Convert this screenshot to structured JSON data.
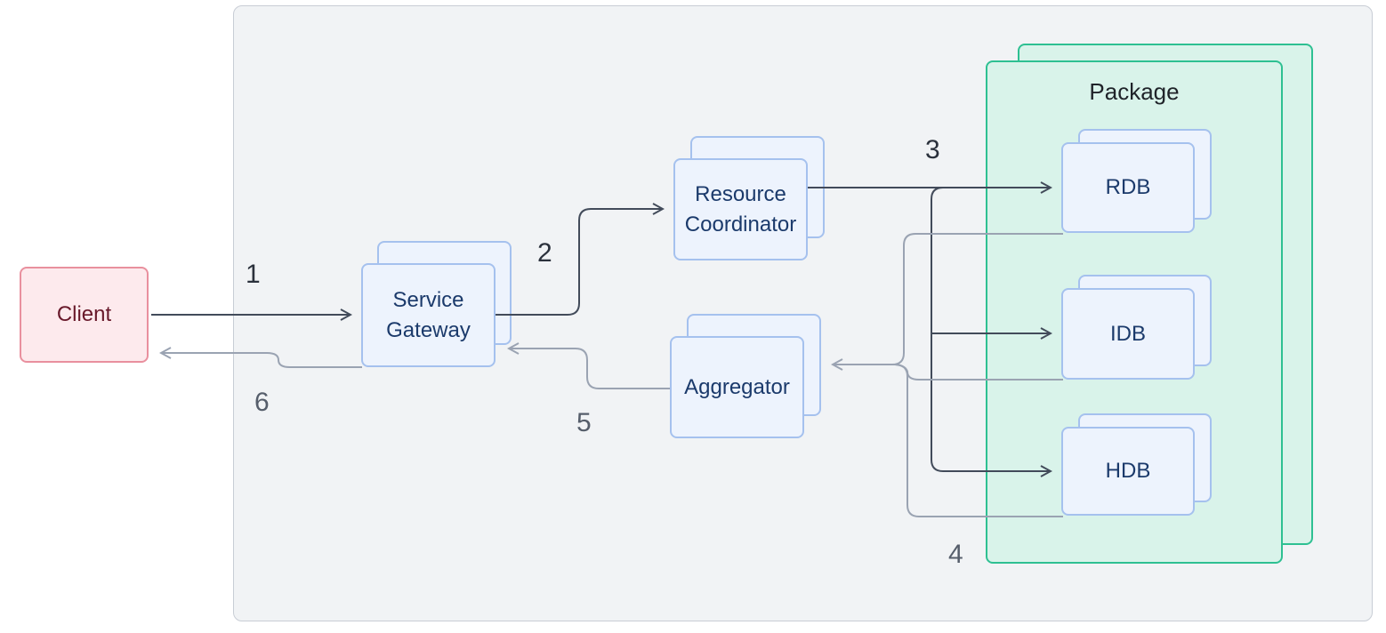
{
  "diagram": {
    "package": {
      "label": "Package"
    },
    "nodes": {
      "client": {
        "label": "Client"
      },
      "service_gateway": {
        "label": "Service Gateway"
      },
      "resource_coordinator": {
        "label": "Resource Coordinator"
      },
      "aggregator": {
        "label": "Aggregator"
      },
      "rdb": {
        "label": "RDB"
      },
      "idb": {
        "label": "IDB"
      },
      "hdb": {
        "label": "HDB"
      }
    },
    "steps": {
      "s1": "1",
      "s2": "2",
      "s3": "3",
      "s4": "4",
      "s5": "5",
      "s6": "6"
    },
    "edges": [
      {
        "step": "1",
        "from": "Client",
        "to": "Service Gateway",
        "kind": "request"
      },
      {
        "step": "2",
        "from": "Service Gateway",
        "to": "Resource Coordinator",
        "kind": "request"
      },
      {
        "step": "3",
        "from": "Resource Coordinator",
        "to": "RDB / IDB / HDB",
        "kind": "request"
      },
      {
        "step": "4",
        "from": "RDB / IDB / HDB",
        "to": "Aggregator",
        "kind": "response"
      },
      {
        "step": "5",
        "from": "Aggregator",
        "to": "Service Gateway",
        "kind": "response"
      },
      {
        "step": "6",
        "from": "Service Gateway",
        "to": "Client",
        "kind": "response"
      }
    ],
    "colors": {
      "request_arrow": "#424b5a",
      "response_arrow": "#9aa3b2",
      "service_fill": "#edf3fd",
      "service_border": "#a5c1ee",
      "service_text": "#1b3a6b",
      "client_fill": "#fdeaed",
      "client_border": "#e9909e",
      "client_text": "#68192a",
      "package_fill": "#d9f3ea",
      "package_border": "#2ec092",
      "boundary_fill": "#f1f3f5",
      "boundary_border": "#c8cdd5"
    }
  }
}
